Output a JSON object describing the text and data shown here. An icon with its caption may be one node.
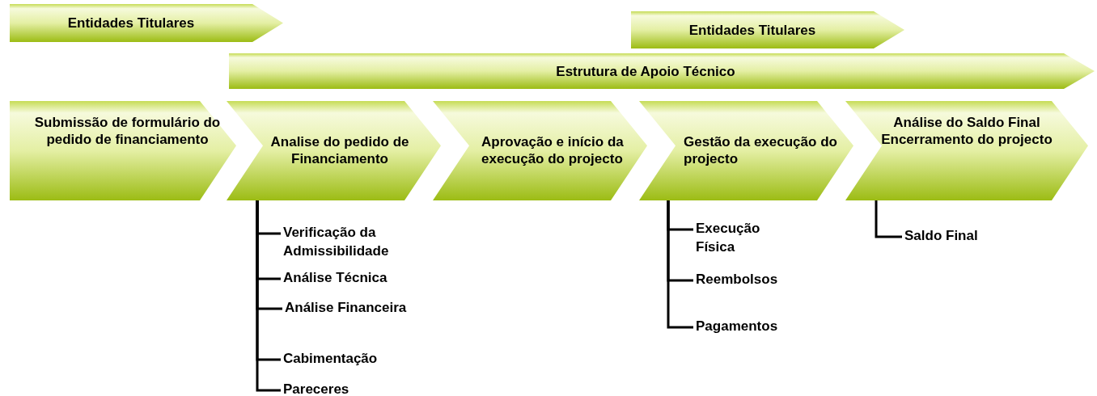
{
  "diagram": {
    "nodes": [
      {
        "text": [
          "Entidades Titulares"
        ]
      },
      {
        "text": [
          "Entidades Titulares"
        ]
      },
      {
        "text": [
          "Estrutura de Apoio Técnico"
        ]
      },
      {
        "text": [
          "Submissão de formulário do pedido de financiamento"
        ]
      },
      {
        "text": [
          "Analise do pedido de Financiamento"
        ]
      },
      {
        "text": [
          "Aprovação e início da execução do projecto"
        ]
      },
      {
        "text": [
          "Gestão da execução do projecto"
        ]
      },
      {
        "text": [
          "Análise do Saldo Final",
          "Encerramento do projecto"
        ]
      },
      {
        "text": [
          "Verificação da Admissibilidade"
        ]
      },
      {
        "text": [
          "Análise Técnica"
        ]
      },
      {
        "text": [
          "Análise Financeira"
        ]
      },
      {
        "text": [
          "Cabimentação"
        ]
      },
      {
        "text": [
          "Pareceres"
        ]
      },
      {
        "text": [
          "Execução Física"
        ]
      },
      {
        "text": [
          "Reembolsos"
        ]
      },
      {
        "text": [
          "Pagamentos"
        ]
      },
      {
        "text": [
          "Saldo Final"
        ]
      }
    ],
    "edges": [
      {
        "from": 4,
        "to": 8,
        "arrow": "none"
      },
      {
        "from": 4,
        "to": 9,
        "arrow": "none"
      },
      {
        "from": 4,
        "to": 10,
        "arrow": "none"
      },
      {
        "from": 4,
        "to": 11,
        "arrow": "none"
      },
      {
        "from": 4,
        "to": 12,
        "arrow": "none"
      },
      {
        "from": 6,
        "to": 13,
        "arrow": "none"
      },
      {
        "from": 6,
        "to": 14,
        "arrow": "none"
      },
      {
        "from": 6,
        "to": 15,
        "arrow": "none"
      },
      {
        "from": 7,
        "to": 16,
        "arrow": "none"
      }
    ]
  }
}
